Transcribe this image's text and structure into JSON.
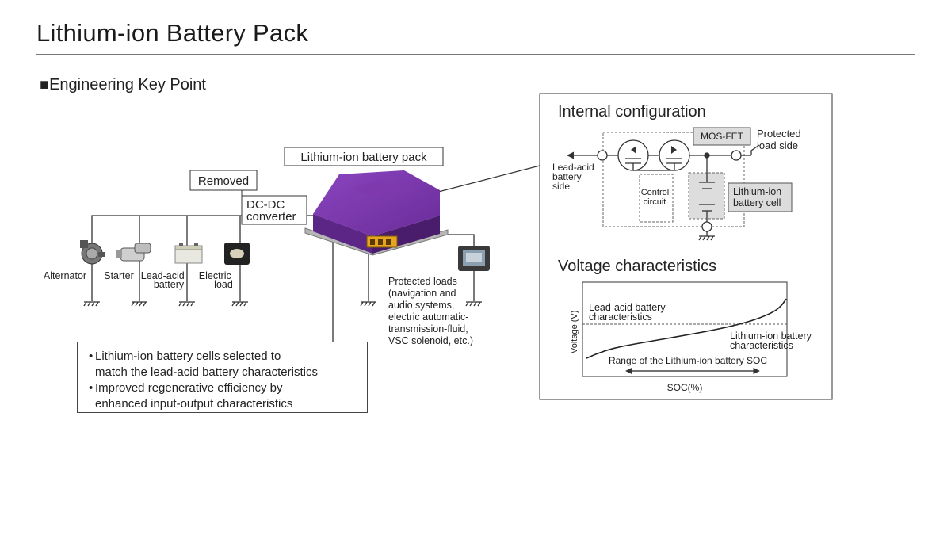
{
  "title": "Lithium-ion Battery Pack",
  "section_heading": "■Engineering Key Point",
  "colors": {
    "pack": "#6e2f9e",
    "pack_dark": "#4b1f6e",
    "line": "#333333",
    "dash": "#666666",
    "cell_fill": "#dddddd"
  },
  "pack_label": "Lithium-ion battery pack",
  "removed_label": "Removed",
  "dcdc_label": [
    "DC-DC",
    "converter"
  ],
  "components": [
    {
      "name": "alternator",
      "label": [
        "Alternator"
      ]
    },
    {
      "name": "starter",
      "label": [
        "Starter"
      ]
    },
    {
      "name": "lead-acid-battery",
      "label": [
        "Lead-acid",
        "battery"
      ]
    },
    {
      "name": "electric-load",
      "label": [
        "Electric",
        "load"
      ]
    }
  ],
  "protected_loads_label": [
    "Protected loads",
    "(navigation and",
    "audio systems,",
    "electric automatic-",
    "transmission-fluid,",
    "VSC solenoid, etc.)"
  ],
  "key_points": [
    {
      "bullet": "•",
      "lines": [
        "Lithium-ion battery cells selected to",
        "match the lead-acid battery characteristics"
      ]
    },
    {
      "bullet": "•",
      "lines": [
        "Improved regenerative efficiency by",
        "enhanced input-output characteristics"
      ]
    }
  ],
  "internal": {
    "title": "Internal configuration",
    "mosfet_label": "MOS-FET",
    "protected_side": [
      "Protected",
      "load side"
    ],
    "lead_acid_side": [
      "Lead-acid",
      "battery",
      "side"
    ],
    "control_circuit": [
      "Control",
      "circuit"
    ],
    "cell_label": [
      "Lithium-ion",
      "battery cell"
    ]
  },
  "voltage": {
    "title": "Voltage characteristics",
    "ylabel": "Voltage (V)",
    "xlabel": "SOC(%)",
    "lead_acid_label": [
      "Lead-acid battery",
      "characteristics"
    ],
    "li_ion_label": [
      "Lithium-ion battery",
      "characteristics"
    ],
    "range_label": "Range of the Lithium-ion battery SOC"
  }
}
